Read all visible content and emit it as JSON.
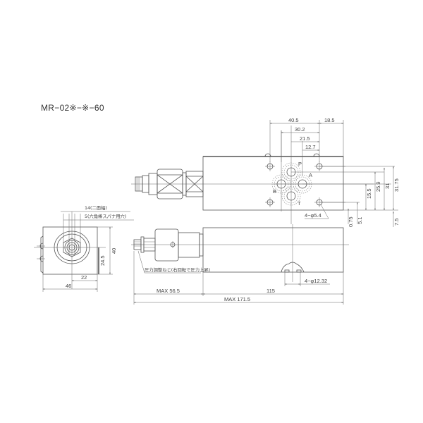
{
  "title": "MR−02※−※−60",
  "top_view": {
    "dims_horizontal": {
      "d40_5": "40.5",
      "d18_5": "18.5",
      "d30_2": "30.2",
      "d21_5": "21.5",
      "d12_7": "12.7"
    },
    "dims_vertical": {
      "d31_75": "31.75",
      "d31": "31",
      "d25_9": "25.9",
      "d15_5": "15.5",
      "d5_1": "5.1",
      "d0_75": "0.75",
      "d7_5": "7.5"
    },
    "ports": {
      "p": "P",
      "a": "A",
      "b": "B",
      "t": "T"
    },
    "bolt_holes": "4−φ5.4"
  },
  "end_view": {
    "note_hex_width": "14(二面幅)",
    "note_wrench": "5(六角棒スパナ用穴)",
    "dim_height": "40",
    "dim_center_height": "24.5",
    "dim_center_width": "22",
    "dim_width": "46"
  },
  "side_view": {
    "note_adjust_screw": "圧力調整ねじ(右回転で圧力上昇)",
    "oring": "4−φ12.32",
    "dim_max_56_5": "MAX 56.5",
    "dim_115": "115",
    "dim_max_171_5": "MAX 171.5"
  }
}
